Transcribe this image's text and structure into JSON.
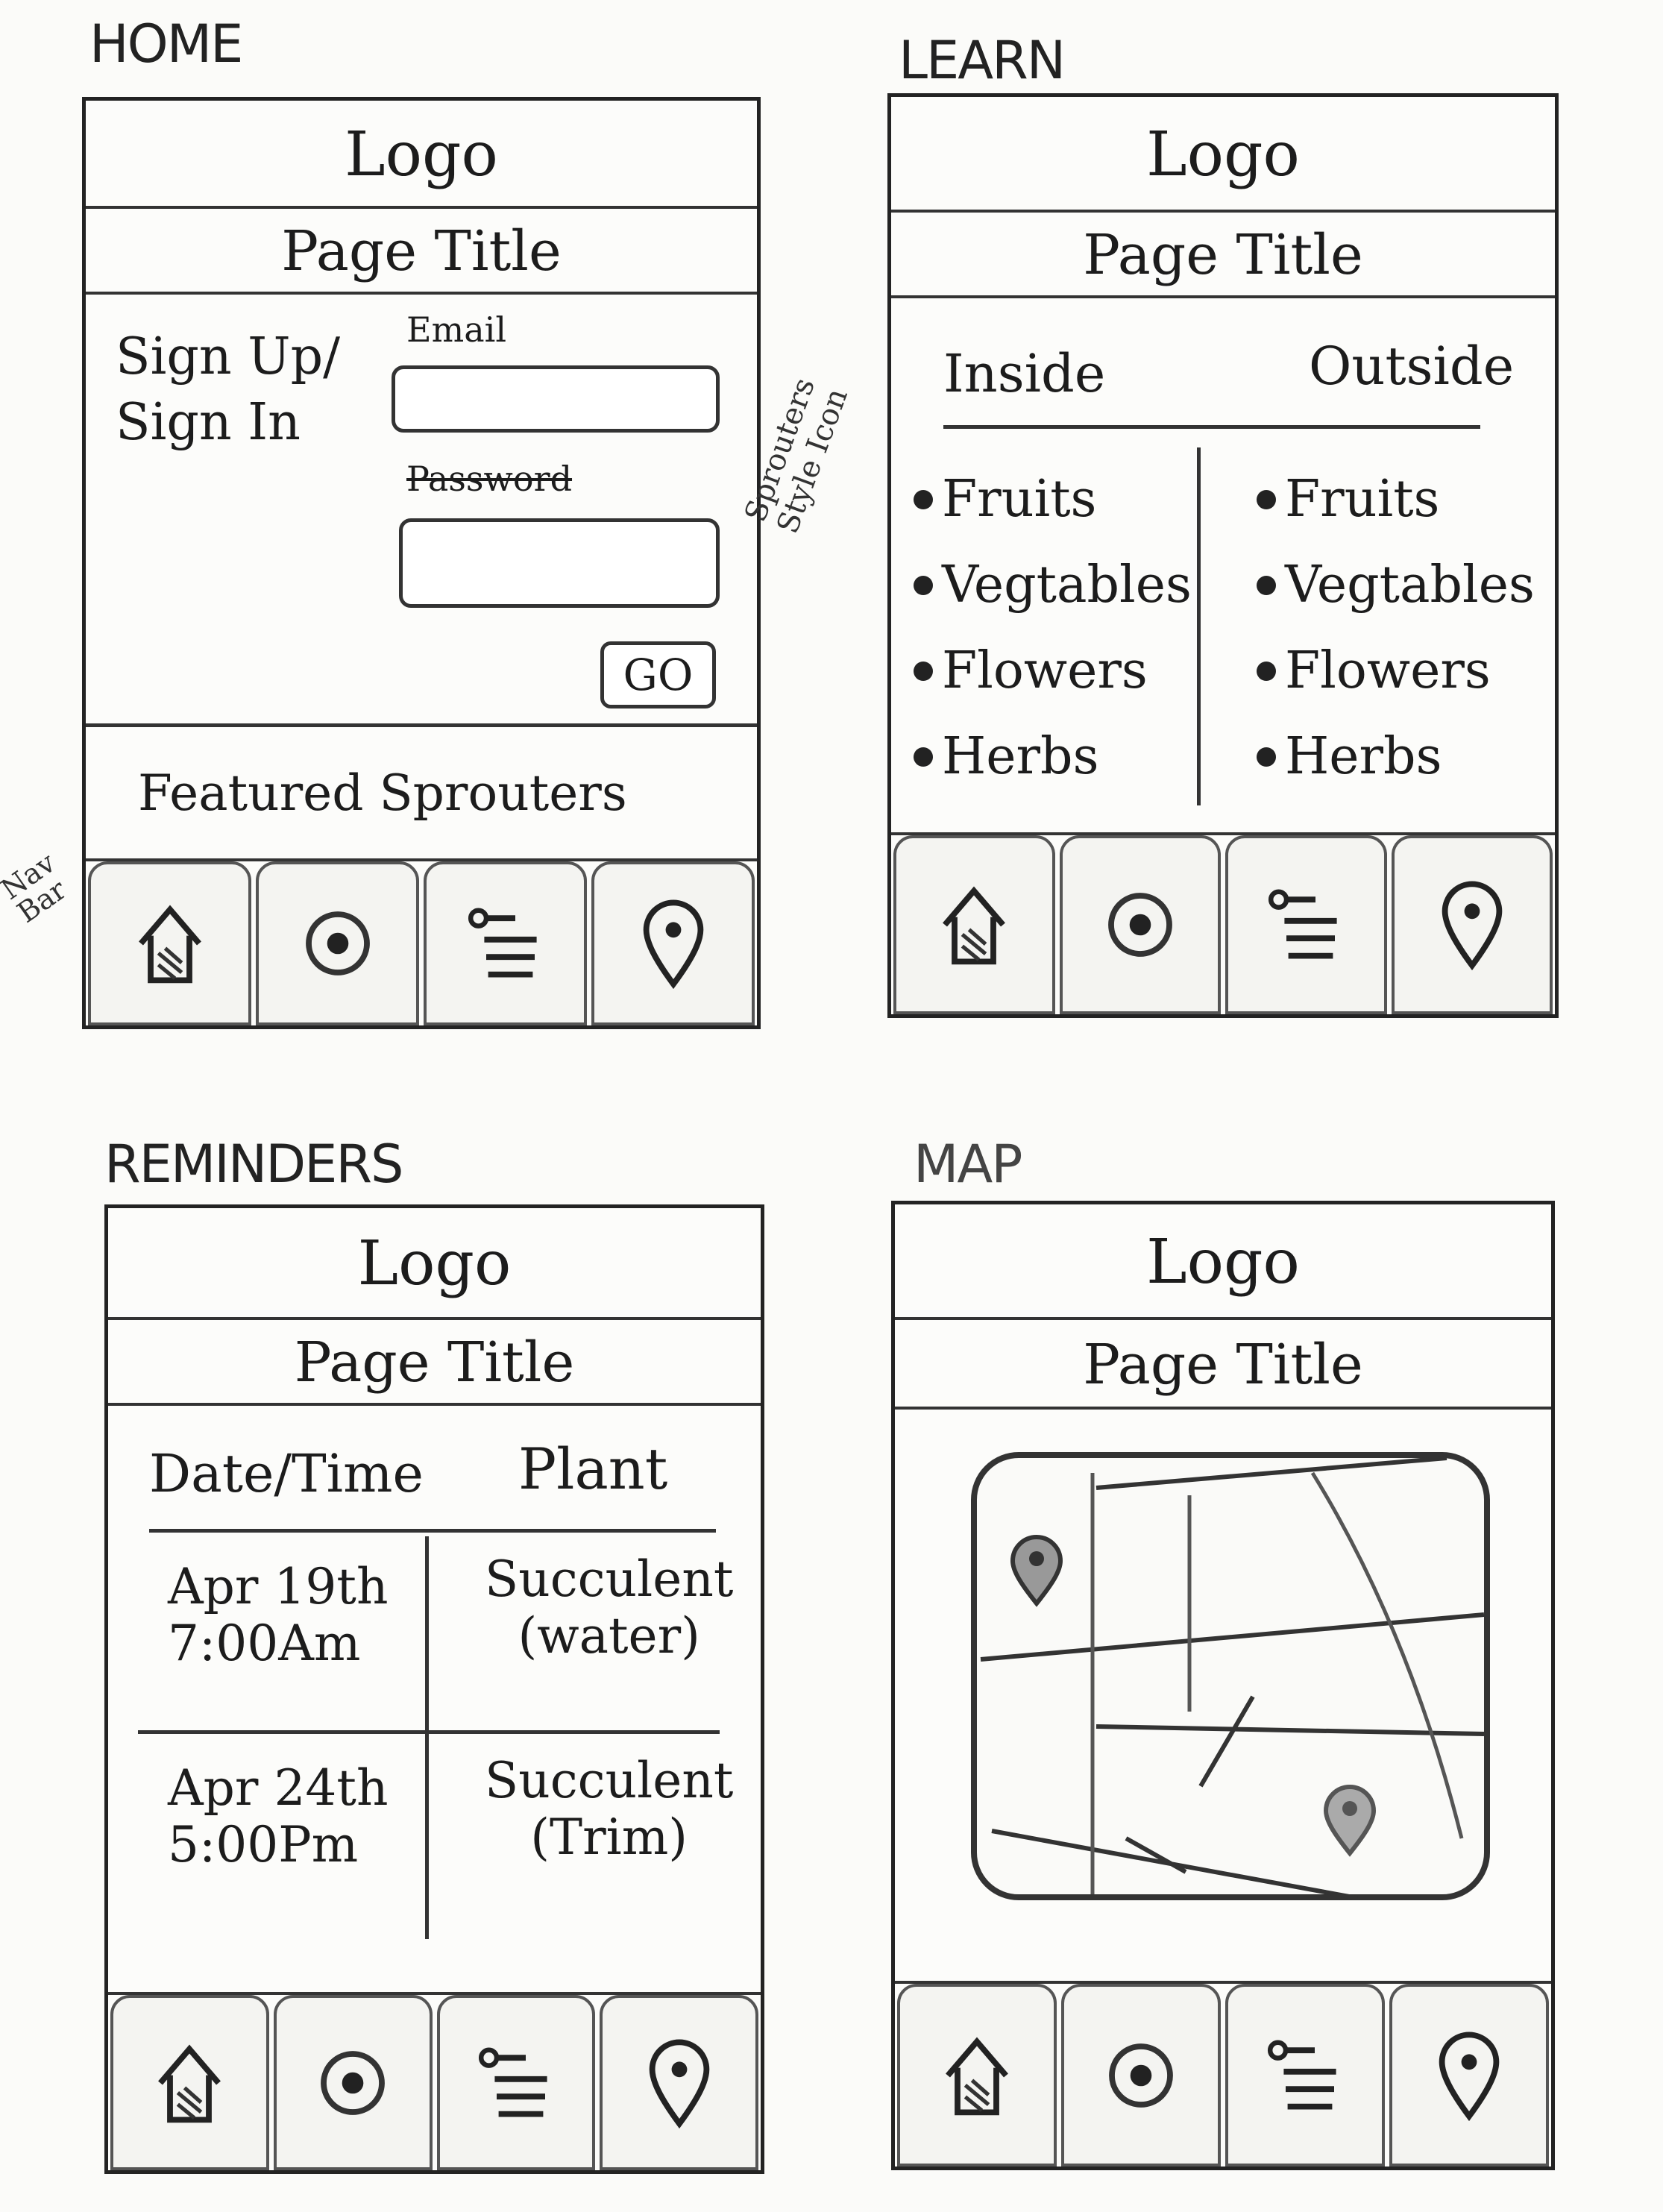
{
  "frames": {
    "home": {
      "label": "HOME",
      "logo": "Logo",
      "page_title": "Page Title",
      "signup_label": "Sign Up/\nSign In",
      "email_label": "Email",
      "password_label": "Password",
      "go_label": "GO",
      "featured_label": "Featured Sprouters",
      "nav_note": "Nav Bar"
    },
    "learn": {
      "label": "LEARN",
      "logo": "Logo",
      "page_title": "Page Title",
      "tab_inside": "Inside",
      "tab_outside": "Outside",
      "side_note": "Sprouters Style Icon",
      "inside_items": [
        "Fruits",
        "Vegtables",
        "Flowers",
        "Herbs"
      ],
      "outside_items": [
        "Fruits",
        "Vegtables",
        "Flowers",
        "Herbs"
      ]
    },
    "reminders": {
      "label": "REMINDERS",
      "logo": "Logo",
      "page_title": "Page Title",
      "col_date": "Date/Time",
      "col_plant": "Plant",
      "rows": [
        {
          "date": "Apr 19th\n7:00Am",
          "plant": "Succulent\n(water)"
        },
        {
          "date": "Apr 24th\n5:00Pm",
          "plant": "Succulent\n(Trim)"
        }
      ]
    },
    "map": {
      "label": "MAP",
      "logo": "Logo",
      "page_title": "Page Title"
    }
  },
  "nav_icons": [
    "home-icon",
    "sprout-icon",
    "reminders-icon",
    "map-pin-icon"
  ],
  "colors": {
    "ink": "#1c1c1c",
    "paper": "#fbfbf9"
  }
}
